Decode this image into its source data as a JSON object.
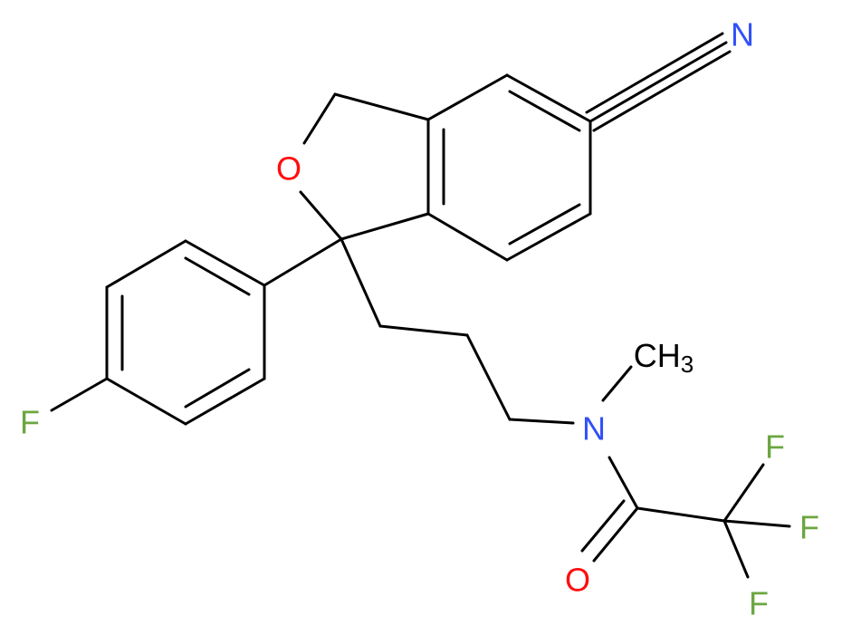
{
  "molecule": {
    "atoms": {
      "N_nitrile": "N",
      "O_ring": "O",
      "F_aryl": "F",
      "CH3": {
        "main": "CH",
        "sub": "3"
      },
      "N_amide": "N",
      "O_carbonyl": "O",
      "F_1": "F",
      "F_2": "F",
      "F_3": "F"
    },
    "colors": {
      "bond": "#000000",
      "nitrogen": "#3050F8",
      "oxygen": "#FF0D0D",
      "fluorine": "#6BA640",
      "carbon": "#000000"
    }
  }
}
